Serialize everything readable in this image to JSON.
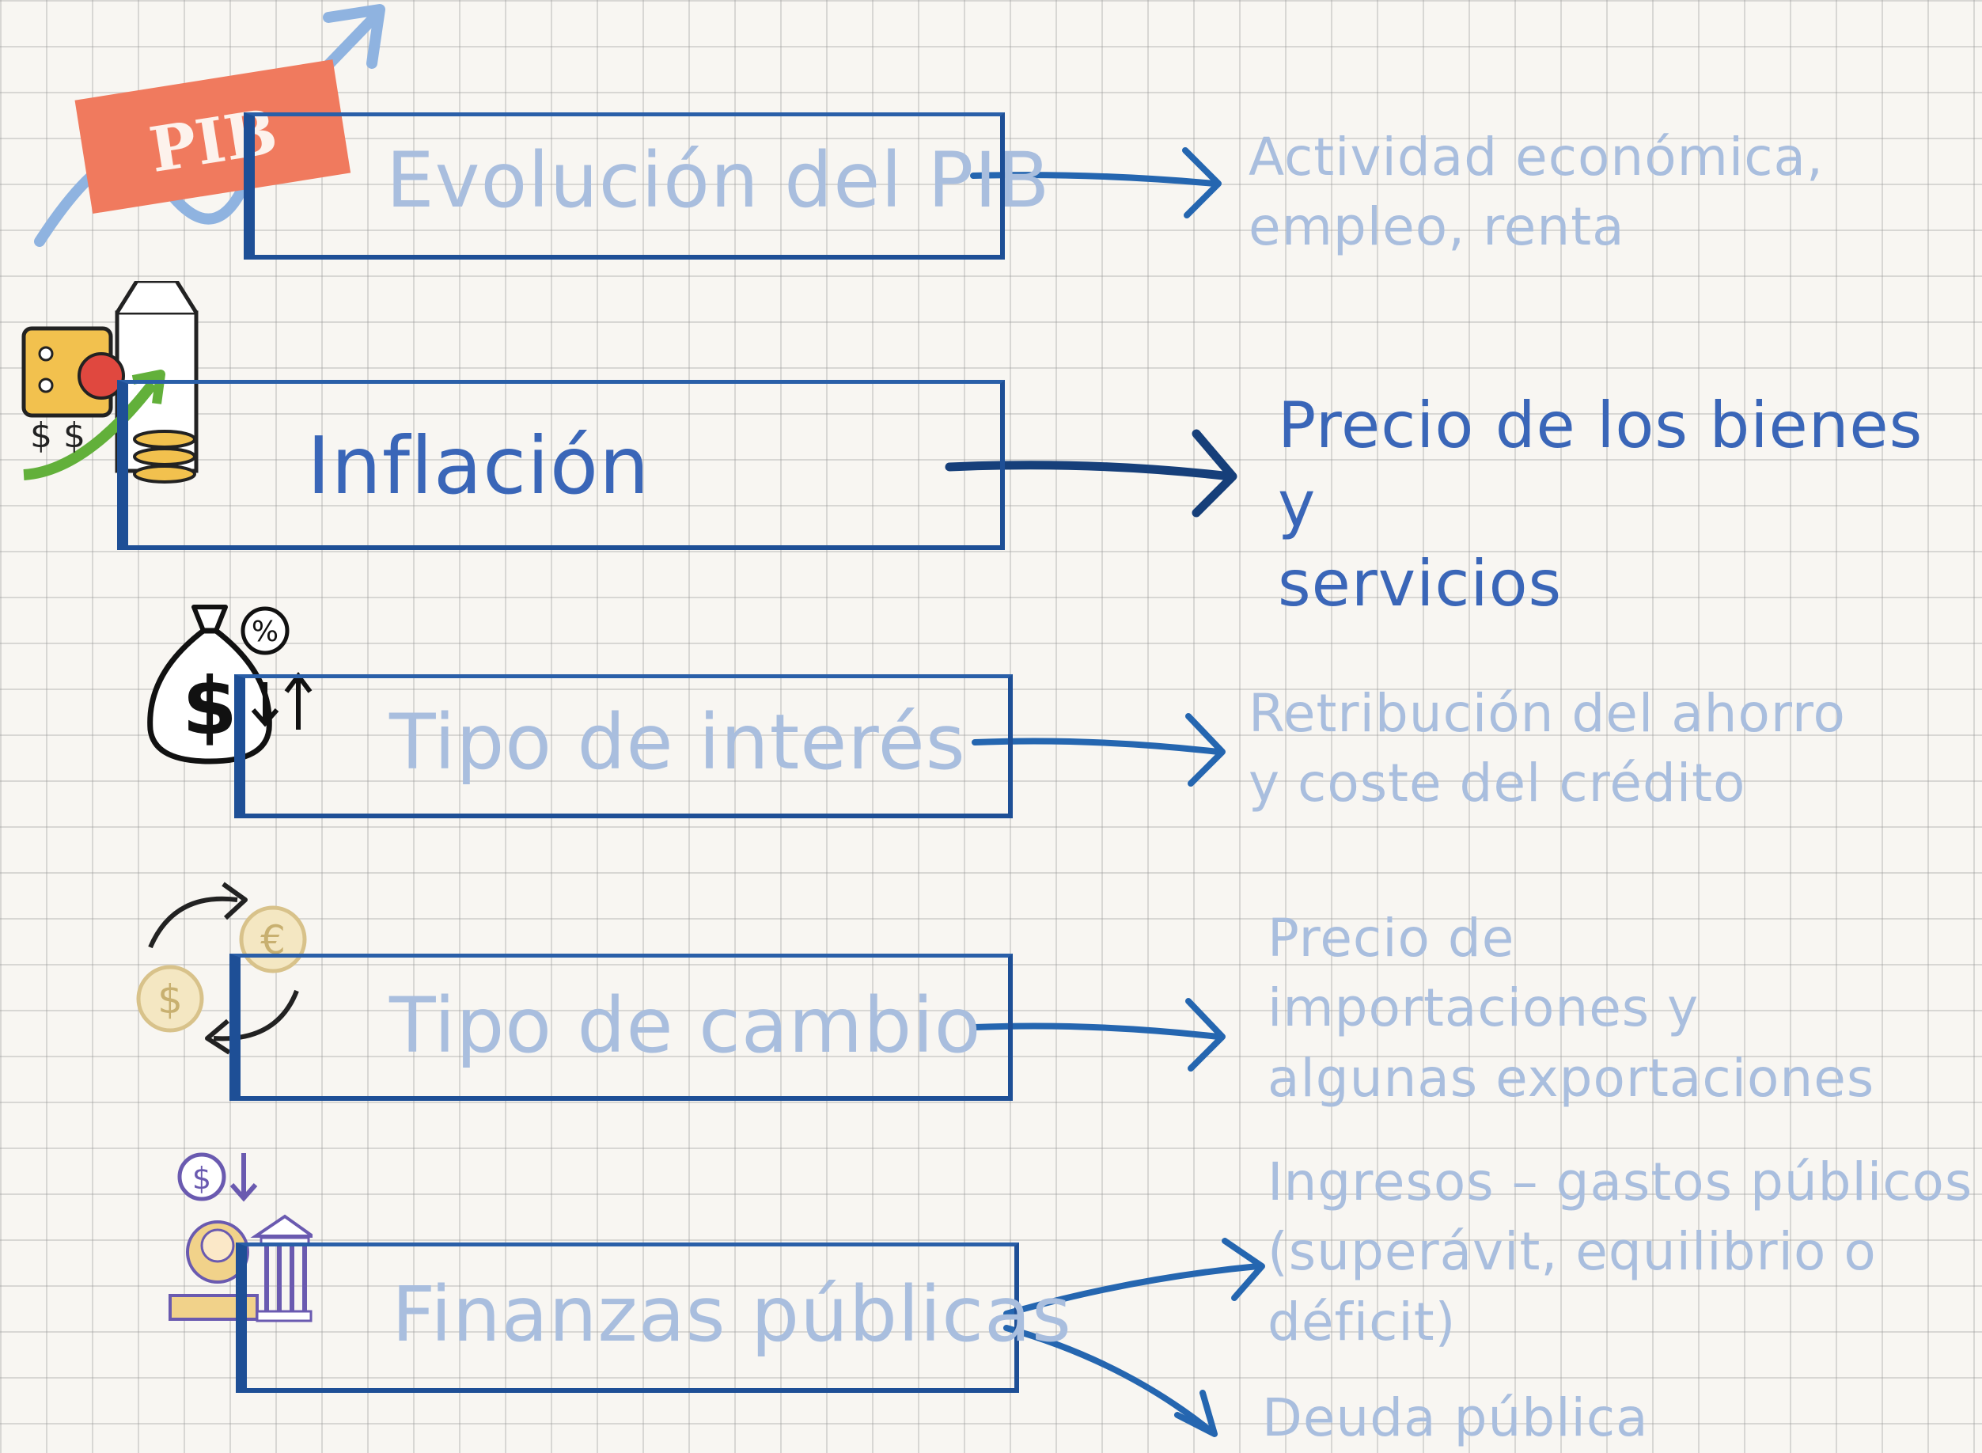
{
  "pib": {
    "badge": "PIB",
    "label": "Evolución del PIB",
    "description": "Actividad económica,\nempleo, renta"
  },
  "inflation": {
    "label": "Inflación",
    "description": "Precio de los bienes y\nservicios"
  },
  "interest": {
    "label": "Tipo de interés",
    "description": "Retribución del ahorro\ny coste del crédito"
  },
  "exchange": {
    "label": "Tipo de cambio",
    "description": "Precio de\nimportaciones y\nalgunas exportaciones"
  },
  "finances": {
    "label": "Finanzas públicas",
    "description": "Ingresos – gastos públicos\n(superávit, equilibrio o\ndéficit)",
    "debt": "Deuda pública"
  },
  "icons": {
    "pib": "growth-chart-icon",
    "inflation": "groceries-price-icon",
    "interest": "money-bag-percent-icon",
    "exchange": "currency-exchange-icon",
    "finances": "public-finance-icon"
  }
}
